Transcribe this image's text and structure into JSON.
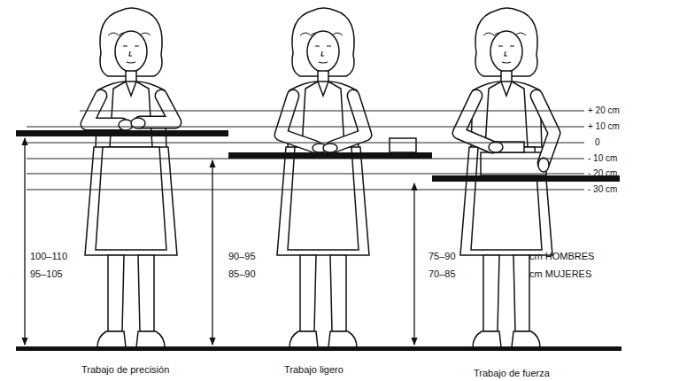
{
  "diagram": {
    "labels": [
      "+ 20 cm",
      "+ 10 cm",
      "0",
      "- 10 cm",
      "- 20 cm",
      "- 30 cm",
      "100–110",
      "95–105",
      "90–95",
      "85–90",
      "75–90",
      "70–85",
      "cm HOMBRES",
      "cm MUJERES",
      "Trabajo de precisión",
      "Trabajo ligero",
      "Trabajo de fuerza"
    ]
  }
}
